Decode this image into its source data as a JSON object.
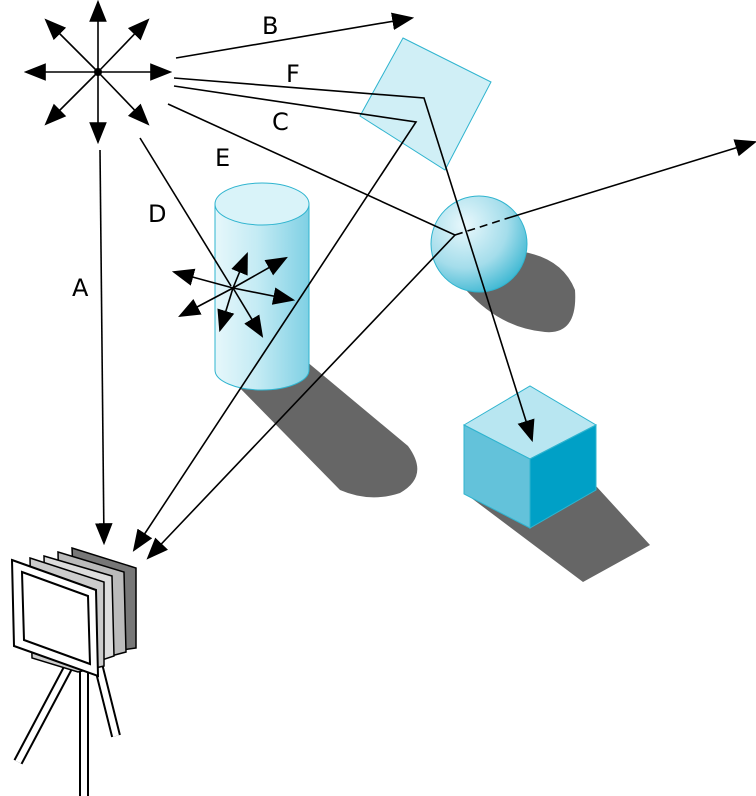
{
  "diagram": {
    "ray_labels": {
      "a": "A",
      "b": "B",
      "c": "C",
      "d": "D",
      "e": "E",
      "f": "F"
    },
    "colors": {
      "object_light": "#c8ecf4",
      "object_mid": "#8fd3e6",
      "object_edge": "#2fb4cf",
      "cube_top": "#b8e6f1",
      "cube_front": "#63c2da",
      "cube_side": "#00a0c6",
      "shadow": "#666666",
      "ray": "#000000"
    },
    "icons": [
      "light-source-icon",
      "camera-icon"
    ]
  }
}
